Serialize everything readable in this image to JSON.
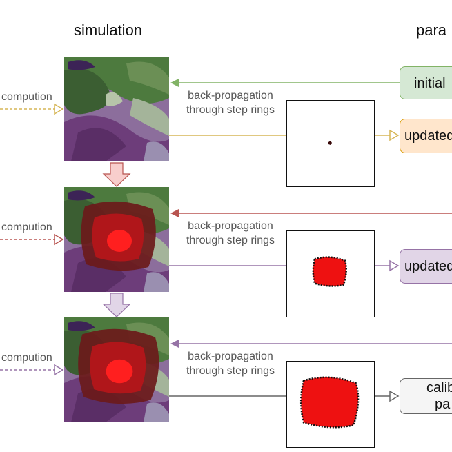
{
  "headers": {
    "simulation": "simulation",
    "parameters": "para"
  },
  "rows": [
    {
      "left_label": "compution",
      "bp_line1": "back-propagation",
      "bp_line2": "through step rings",
      "param_text": "initial",
      "param_fill": "#d5e8d4",
      "param_stroke": "#82b366",
      "feedback_color": "#82b366",
      "row_color": "#d6b656"
    },
    {
      "left_label": "compution",
      "bp_line1": "back-propagation",
      "bp_line2": "through step rings",
      "param_text": "updated",
      "param_fill": "#ffe6cc",
      "param_stroke": "#d79b00",
      "feedback_color": "#b85450",
      "row_color": "#b85450"
    },
    {
      "left_label": "compution",
      "bp_line1": "back-propagation",
      "bp_line2": "through step rings",
      "param_text": "updated",
      "param_fill": "#e1d5e7",
      "param_stroke": "#9673a6",
      "feedback_color": "#9673a6",
      "row_color": "#9673a6"
    }
  ],
  "final_param": {
    "line1": "calib",
    "line2": "pa",
    "fill": "#f5f5f5",
    "stroke": "#666666"
  },
  "down_arrows": [
    {
      "fill": "#f8cecc",
      "stroke": "#b85450"
    },
    {
      "fill": "#e1d5e7",
      "stroke": "#9673a6"
    }
  ]
}
